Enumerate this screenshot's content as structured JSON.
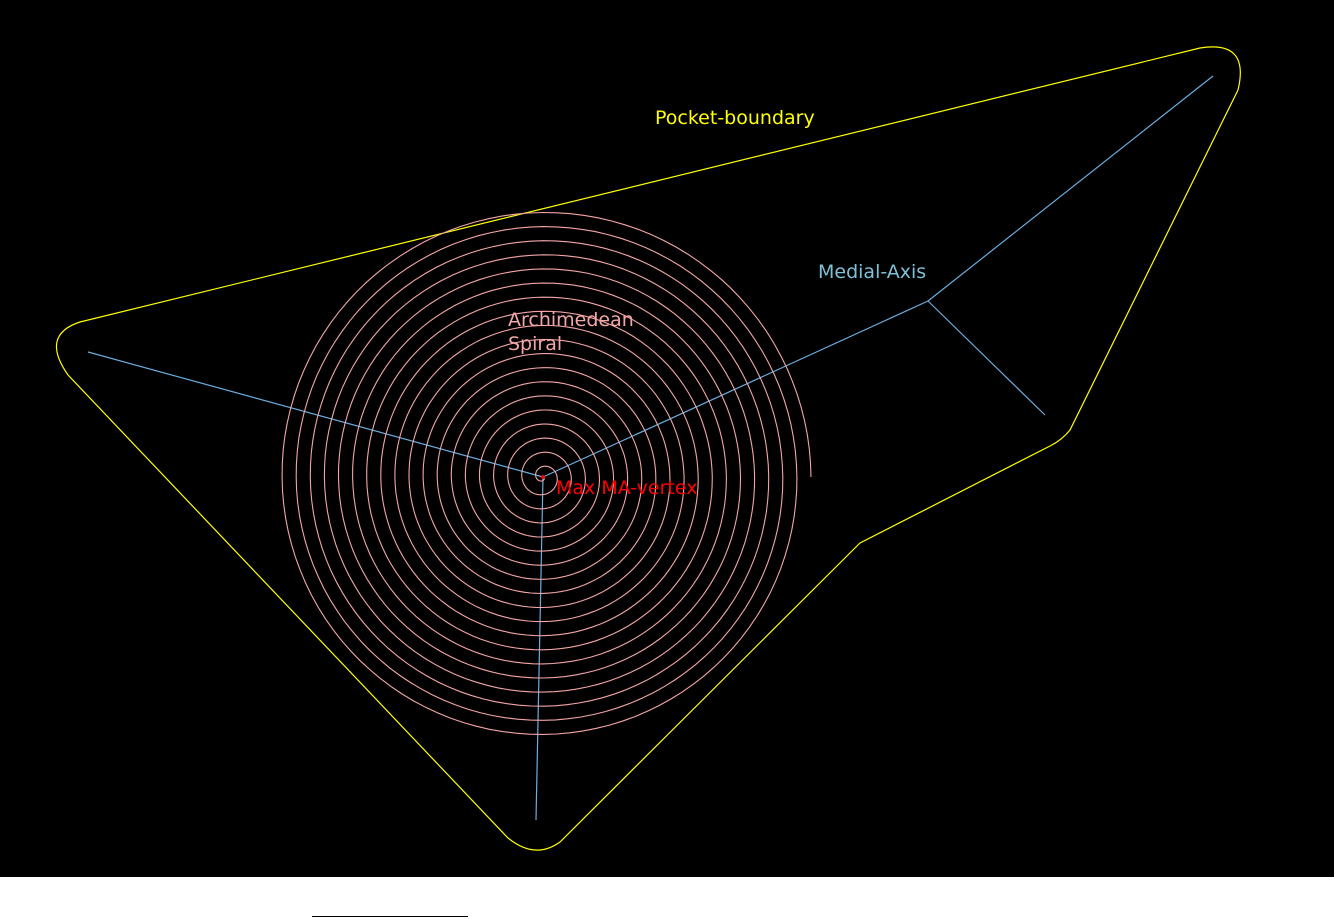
{
  "labels": {
    "pocket_boundary": "Pocket-boundary",
    "medial_axis": "Medial-Axis",
    "spiral_line1": "Archimedean",
    "spiral_line2": "Spiral",
    "max_vertex": "Max MA-vertex"
  },
  "colors": {
    "background": "#000000",
    "pocket_boundary": "#ffff00",
    "medial_axis": "#6aaee0",
    "spiral": "#f4a6a6",
    "max_vertex": "#ff0000",
    "medial_label": "#7ec0d8"
  },
  "spiral": {
    "turns": 19
  }
}
